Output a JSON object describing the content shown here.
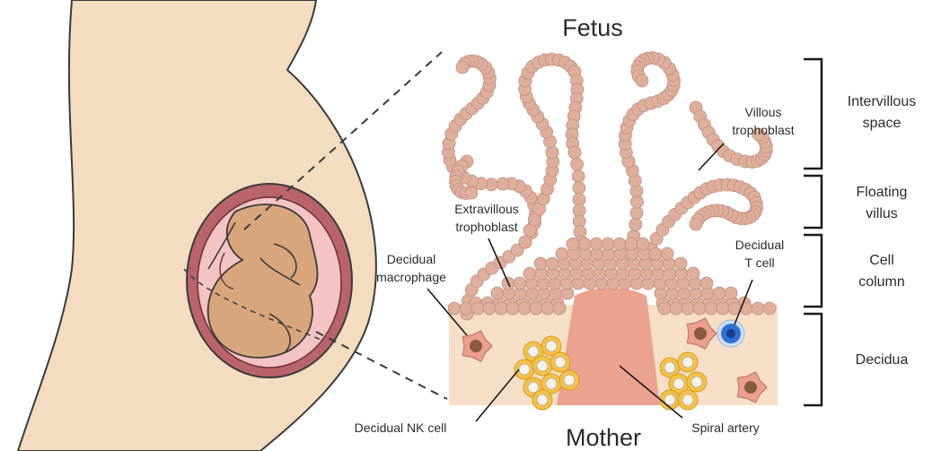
{
  "labels": {
    "fetus": "Fetus",
    "mother": "Mother",
    "villous_trophoblast": [
      "Villous",
      "trophoblast"
    ],
    "extravillous_trophoblast": [
      "Extravillous",
      "trophoblast"
    ],
    "decidual_macrophage": [
      "Decidual",
      "macrophage"
    ],
    "decidual_t_cell": [
      "Decidual",
      "T cell"
    ],
    "decidual_nk_cell": "Decidual NK cell",
    "spiral_artery": "Spiral artery"
  },
  "regions": {
    "intervillous_space": [
      "Intervillous",
      "space"
    ],
    "floating_villus": [
      "Floating",
      "villus"
    ],
    "cell_column": [
      "Cell",
      "column"
    ],
    "decidua": "Decidua"
  },
  "colors": {
    "skin": "#f4dcc0",
    "trophoblast": "#ddaf9c",
    "trophoblast_edge": "#c48f7e",
    "decidua": "#f6dfc6",
    "artery": "#eba28f",
    "uterus_wall": "#b9636a",
    "amniotic": "#f4c3c3",
    "fetus": "#d9a57c",
    "nk_cell": "#f3c24c",
    "t_cell": "#2f6fd4",
    "macrophage": "#e9a090",
    "ink": "#2b2b2b"
  },
  "icons": [
    "nk-cell-icon",
    "t-cell-icon",
    "macrophage-icon",
    "trophoblast-cell-icon"
  ]
}
